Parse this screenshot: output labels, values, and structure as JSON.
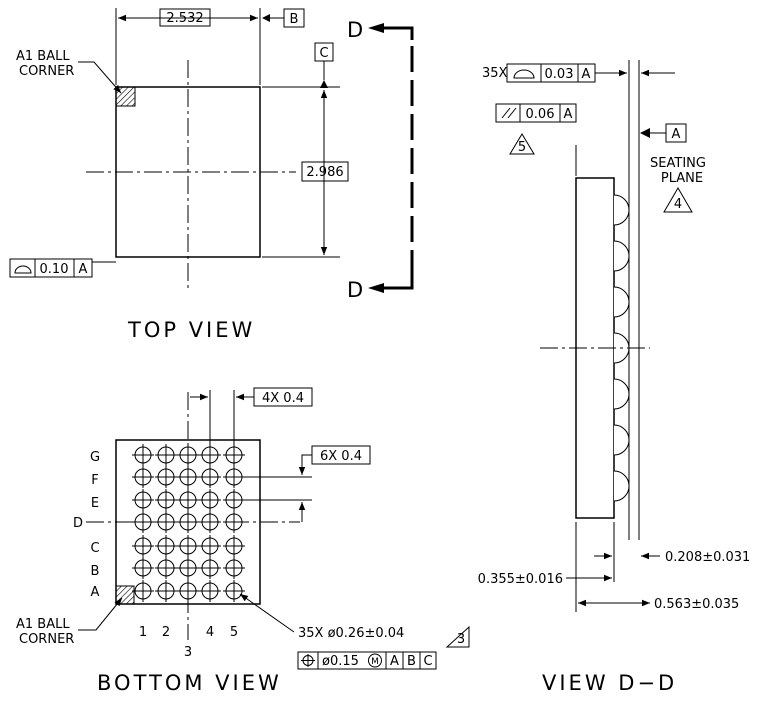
{
  "top_view": {
    "title": "TOP VIEW",
    "width_dim": "2.532",
    "height_dim": "2.986",
    "datum_b": "B",
    "datum_c": "C",
    "a1_label_line1": "A1 BALL",
    "a1_label_line2": "CORNER",
    "flatness_value": "0.10",
    "flatness_datum": "A",
    "section_letter_top": "D",
    "section_letter_bottom": "D"
  },
  "bottom_view": {
    "title": "BOTTOM VIEW",
    "col_pitch": "4X 0.4",
    "row_pitch": "6X 0.4",
    "rows": [
      "G",
      "F",
      "E",
      "D",
      "C",
      "B",
      "A"
    ],
    "cols_low": [
      "1",
      "2"
    ],
    "col_center": "3",
    "cols_high": [
      "4",
      "5"
    ],
    "a1_label_line1": "A1 BALL",
    "a1_label_line2": "CORNER",
    "ball_note": "35X ø0.26±0.04",
    "ball_note_ref": "3",
    "position_tol": "ø0.15",
    "position_mod": "M",
    "position_datums": [
      "A",
      "B",
      "C"
    ]
  },
  "view_dd": {
    "title": "VIEW D−D",
    "profile_count": "35X",
    "profile_value": "0.03",
    "profile_datum": "A",
    "parallel_value": "0.06",
    "parallel_datum": "A",
    "parallel_ref": "5",
    "datum_a": "A",
    "seating_line1": "SEATING",
    "seating_line2": "PLANE",
    "seating_ref": "4",
    "dim_standoff": "0.208±0.031",
    "dim_body": "0.355±0.016",
    "dim_total": "0.563±0.035"
  }
}
